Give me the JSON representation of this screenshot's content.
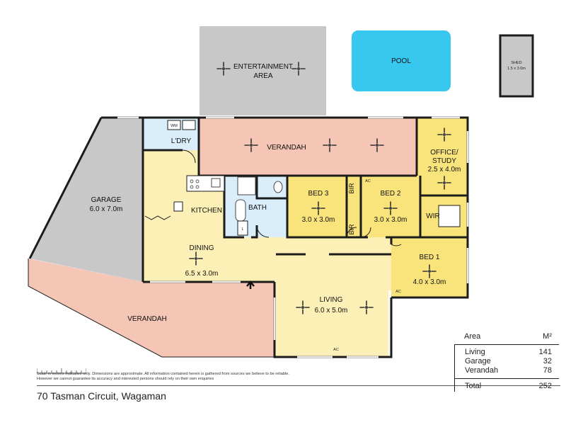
{
  "rooms": {
    "entertainment": "ENTERTAINMENT\nAREA",
    "pool": "POOL",
    "shed": "SHED",
    "shed_size": "1.5 x 3.0m",
    "laundry": "L'DRY",
    "verandah_top": "VERANDAH",
    "office": "OFFICE/\nSTUDY",
    "office_size": "2.5 x 4.0m",
    "garage": "GARAGE",
    "garage_size": "6.0 x 7.0m",
    "kitchen": "KITCHEN",
    "bath": "BATH",
    "bed3": "BED 3",
    "bed3_size": "3.0 x 3.0m",
    "bed2": "BED 2",
    "bed2_size": "3.0 x 3.0m",
    "bir": "BIR",
    "wir": "WIR",
    "dining": "DINING",
    "dining_size": "6.5 x 3.0m",
    "bed1": "BED 1",
    "bed1_size": "4.0 x 3.0m",
    "living": "LIVING",
    "living_size": "6.0 x 5.0m",
    "verandah_bottom": "VERANDAH"
  },
  "fixtures": {
    "wm": "WM",
    "ac": "AC",
    "l": "L"
  },
  "area_table": {
    "header_label": "Area",
    "header_unit": "M²",
    "rows": [
      {
        "label": "Living",
        "value": "141"
      },
      {
        "label": "Garage",
        "value": "32"
      },
      {
        "label": "Verandah",
        "value": "78"
      }
    ],
    "total_label": "Total",
    "total_value": "252"
  },
  "disclaimer": "Scale in metres Indicative only. Dimensions are approximate. All information contained herein is gathered from sources we believe to be reliable. However we cannot guarantee its accuracy and interested persons should rely on their own enquiries",
  "address": "70 Tasman Circuit, Wagaman",
  "colors": {
    "entertainment": "#c8c8c8",
    "pool": "#37c7ef",
    "verandah": "#f5c5b5",
    "garage": "#c8c8c8",
    "living": "#fdf0b6",
    "bedroom": "#f9e47b",
    "wet": "#d9eefa"
  }
}
